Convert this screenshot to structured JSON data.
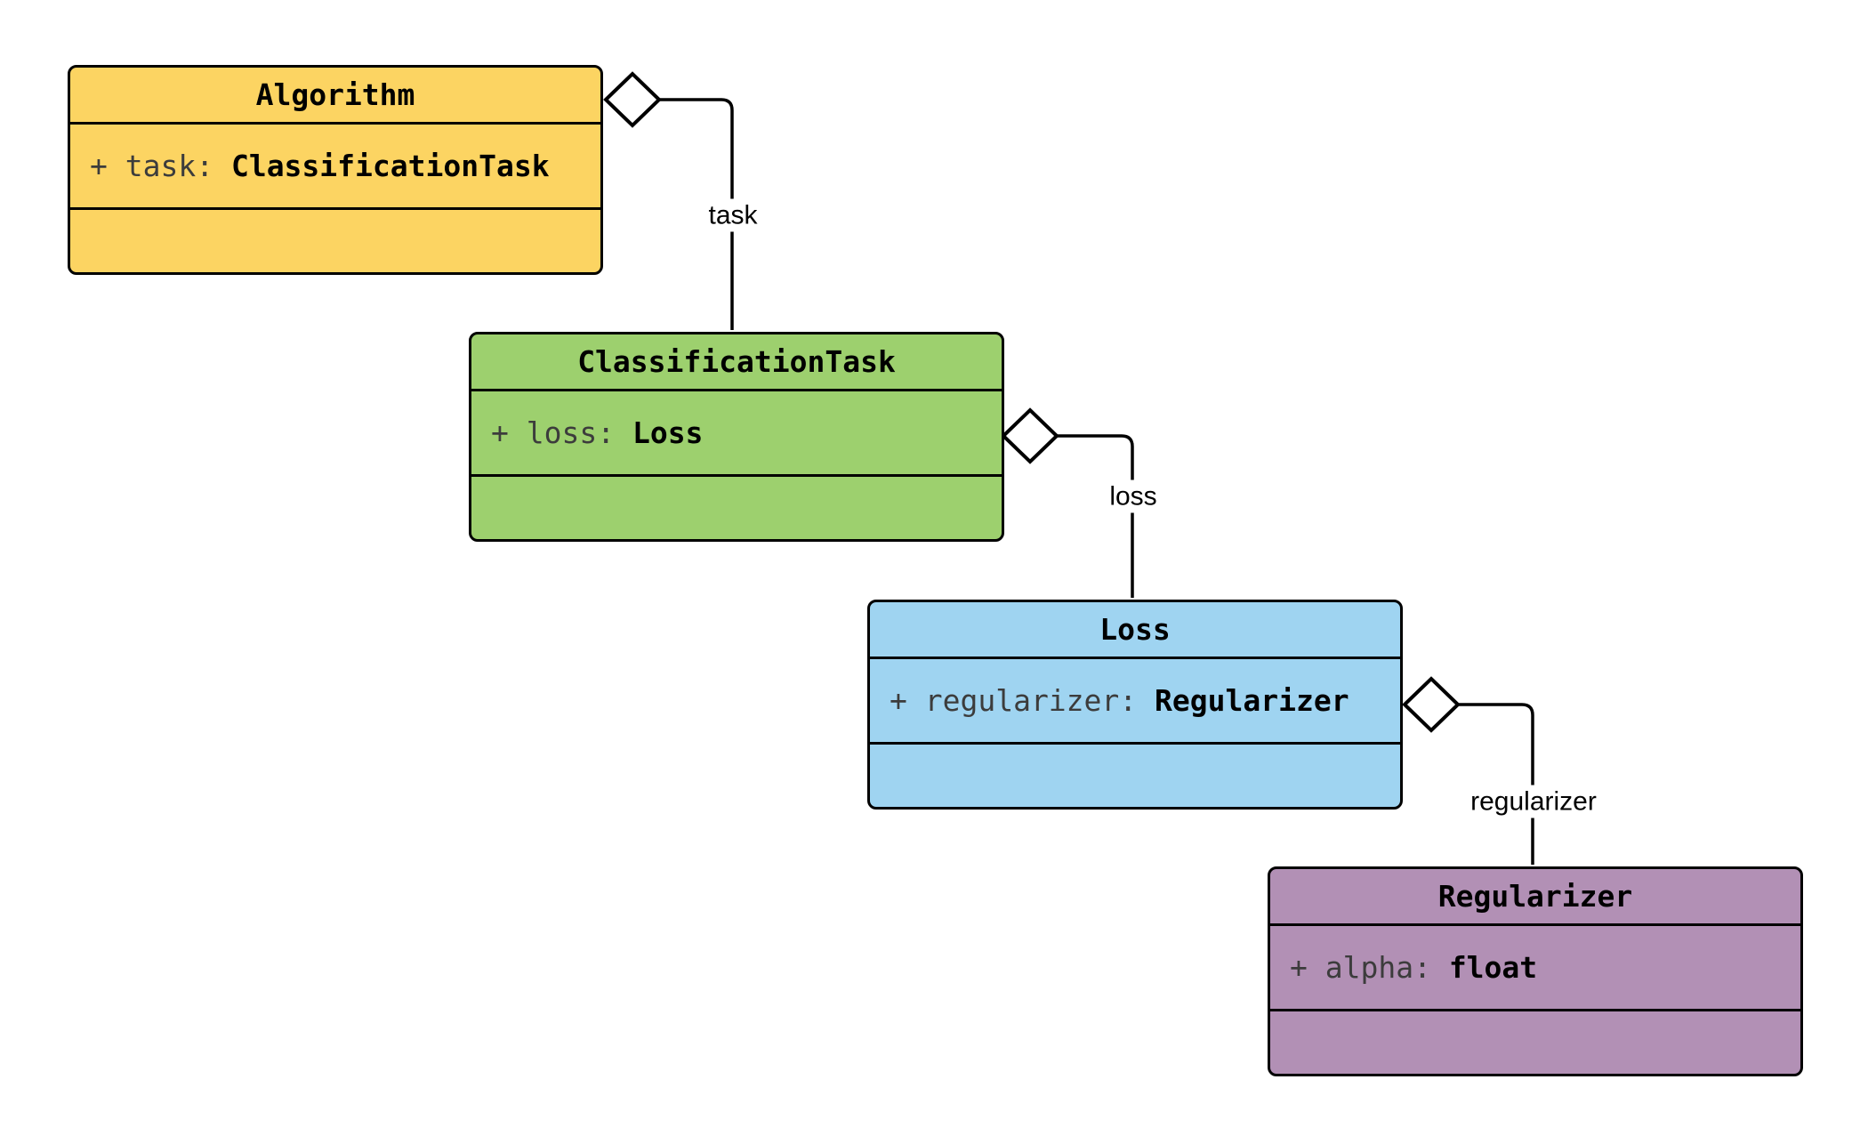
{
  "diagram": {
    "type": "uml-class-diagram",
    "background": "#ffffff",
    "stroke_color": "#000000",
    "classes": [
      {
        "name": "Algorithm",
        "fill": "#FCD462",
        "attribute": {
          "prefix": "+ task: ",
          "type": "ClassificationTask"
        }
      },
      {
        "name": "ClassificationTask",
        "fill": "#9DD06E",
        "attribute": {
          "prefix": "+ loss: ",
          "type": "Loss"
        }
      },
      {
        "name": "Loss",
        "fill": "#9FD4F1",
        "attribute": {
          "prefix": "+ regularizer: ",
          "type": "Regularizer"
        }
      },
      {
        "name": "Regularizer",
        "fill": "#B290B5",
        "attribute": {
          "prefix": "+ alpha: ",
          "type": "float"
        }
      }
    ],
    "edges": [
      {
        "label": "task",
        "from": "Algorithm",
        "to": "ClassificationTask",
        "kind": "aggregation"
      },
      {
        "label": "loss",
        "from": "ClassificationTask",
        "to": "Loss",
        "kind": "aggregation"
      },
      {
        "label": "regularizer",
        "from": "Loss",
        "to": "Regularizer",
        "kind": "aggregation"
      }
    ]
  }
}
